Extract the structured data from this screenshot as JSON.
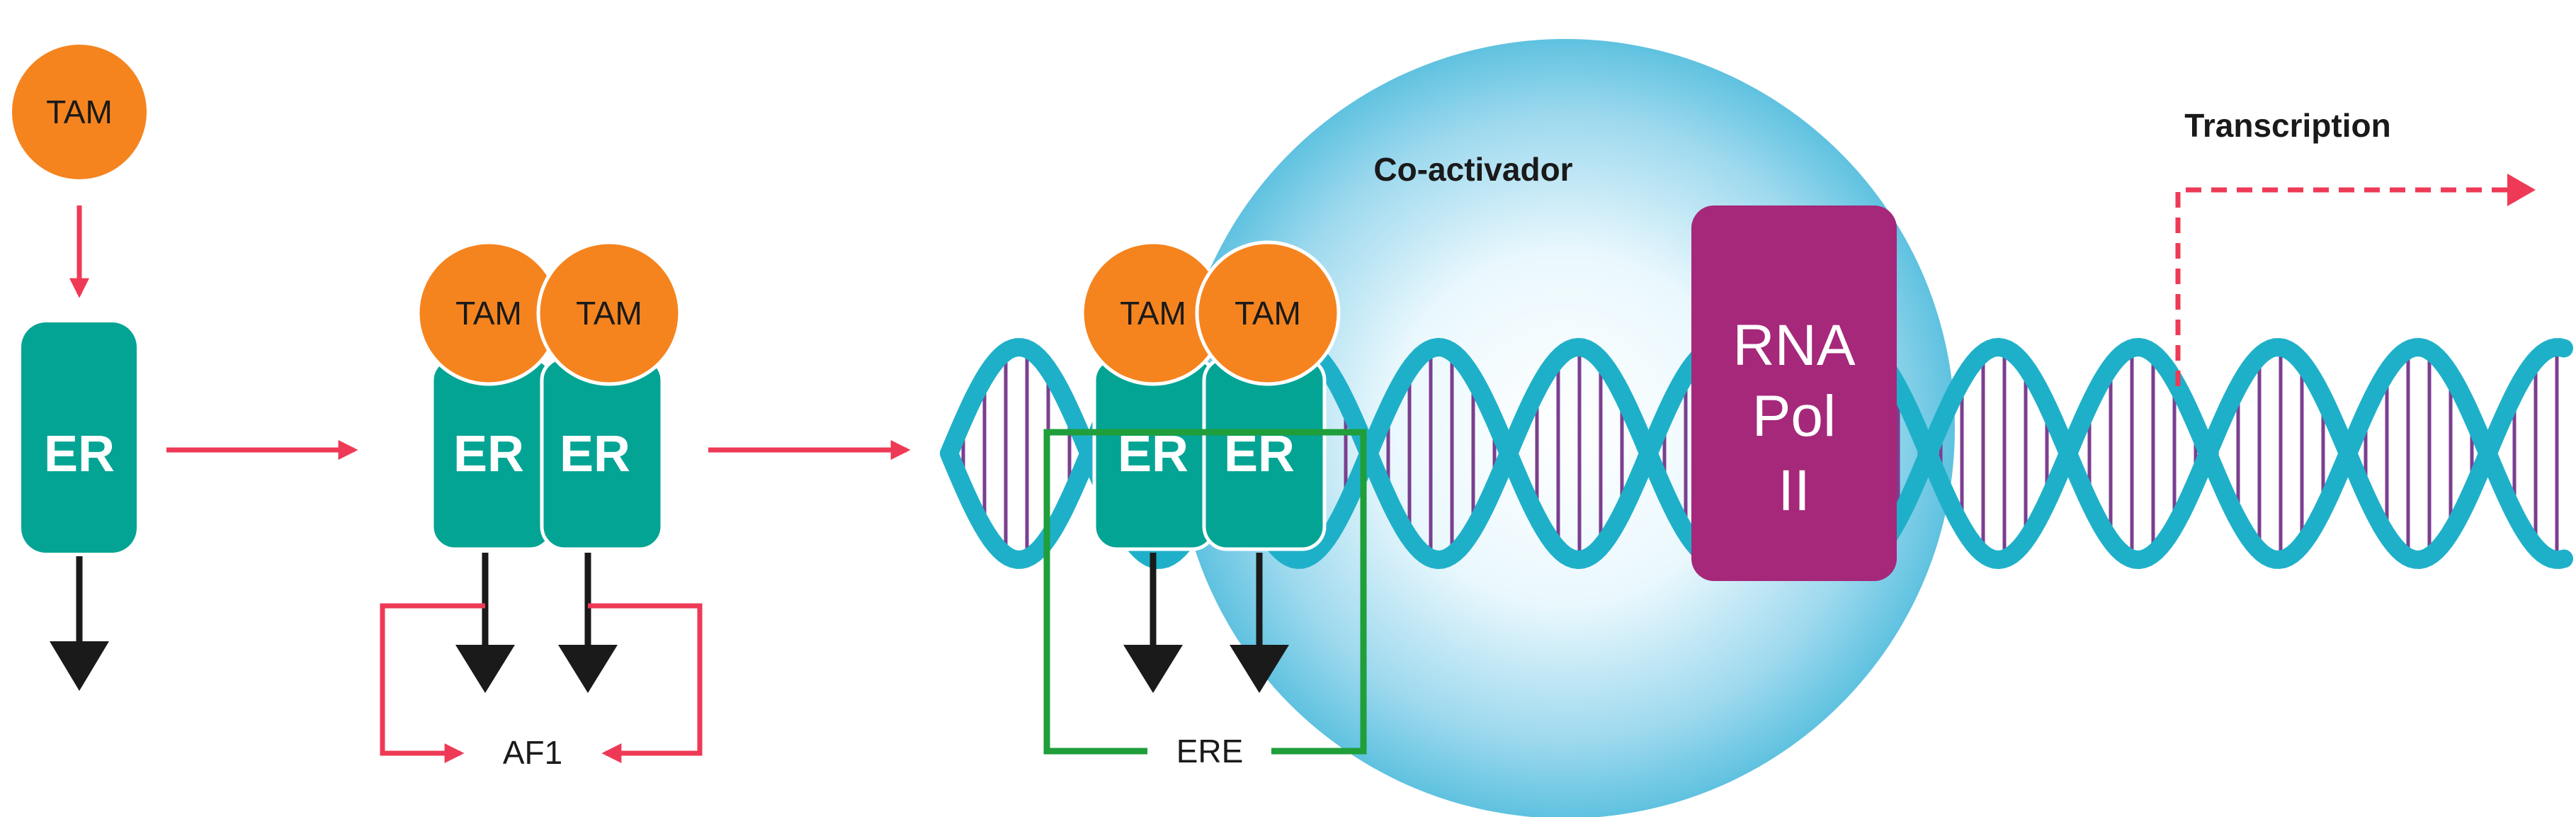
{
  "labels": {
    "tam": "TAM",
    "er": "ER",
    "af1": "AF1",
    "ere": "ERE",
    "coactivator": "Co-activador",
    "transcription": "Transcription",
    "rna_pol": [
      "RNA",
      "Pol",
      "II"
    ]
  },
  "colors": {
    "tam": "#f5841f",
    "er": "#04a494",
    "er_border": "#ffffff",
    "red_arrow": "#ee3a56",
    "black_arrow": "#1a1a1a",
    "ere_box": "#1f9e3a",
    "rna_pol": "#a5287a",
    "dna_strand": "#1fb0c9",
    "dna_rung": "#7b3f8f",
    "coactivator_light": "#e8f7fc",
    "coactivator_dark": "#6cc7e2"
  },
  "icons": {
    "receptor": "er-rounded-rect",
    "ligand": "tam-circle",
    "dna": "double-helix-icon",
    "polymerase": "rna-pol-block"
  }
}
